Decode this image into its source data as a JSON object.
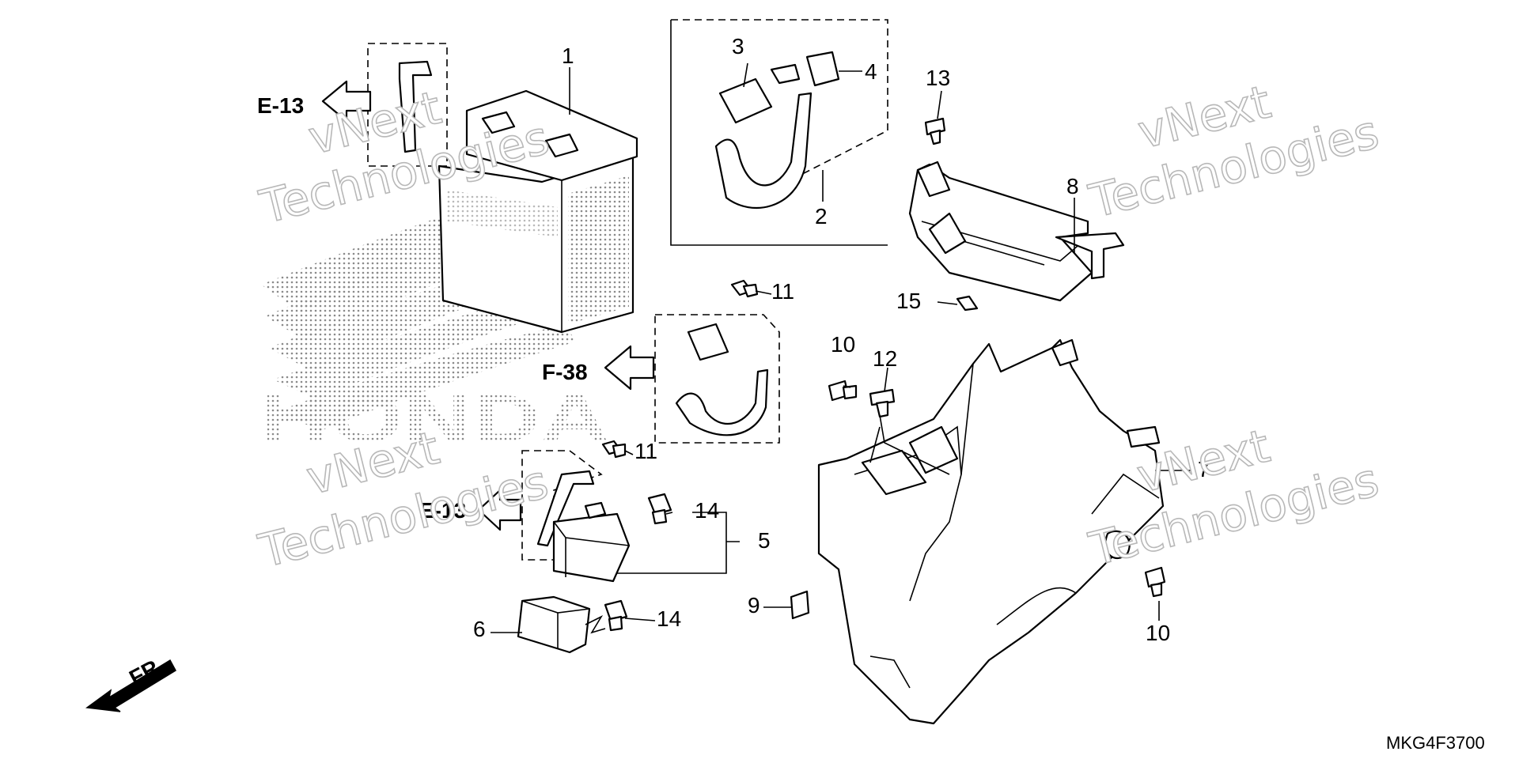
{
  "callouts": {
    "p1": "1",
    "p2": "2",
    "p3": "3",
    "p4": "4",
    "p5": "5",
    "p6": "6",
    "p7": "7",
    "p8": "8",
    "p9": "9",
    "p10a": "10",
    "p10b": "10",
    "p11a": "11",
    "p11b": "11",
    "p12": "12",
    "p13": "13",
    "p14a": "14",
    "p14b": "14",
    "p15": "15"
  },
  "refs": {
    "e13_top": "E-13",
    "f38": "F-38",
    "e13_bottom": "E-13",
    "front": "FR."
  },
  "watermark": {
    "line1": "vNext",
    "line2": "Technologies",
    "brand": "HONDA"
  },
  "diagram_code": "MKG4F3700"
}
